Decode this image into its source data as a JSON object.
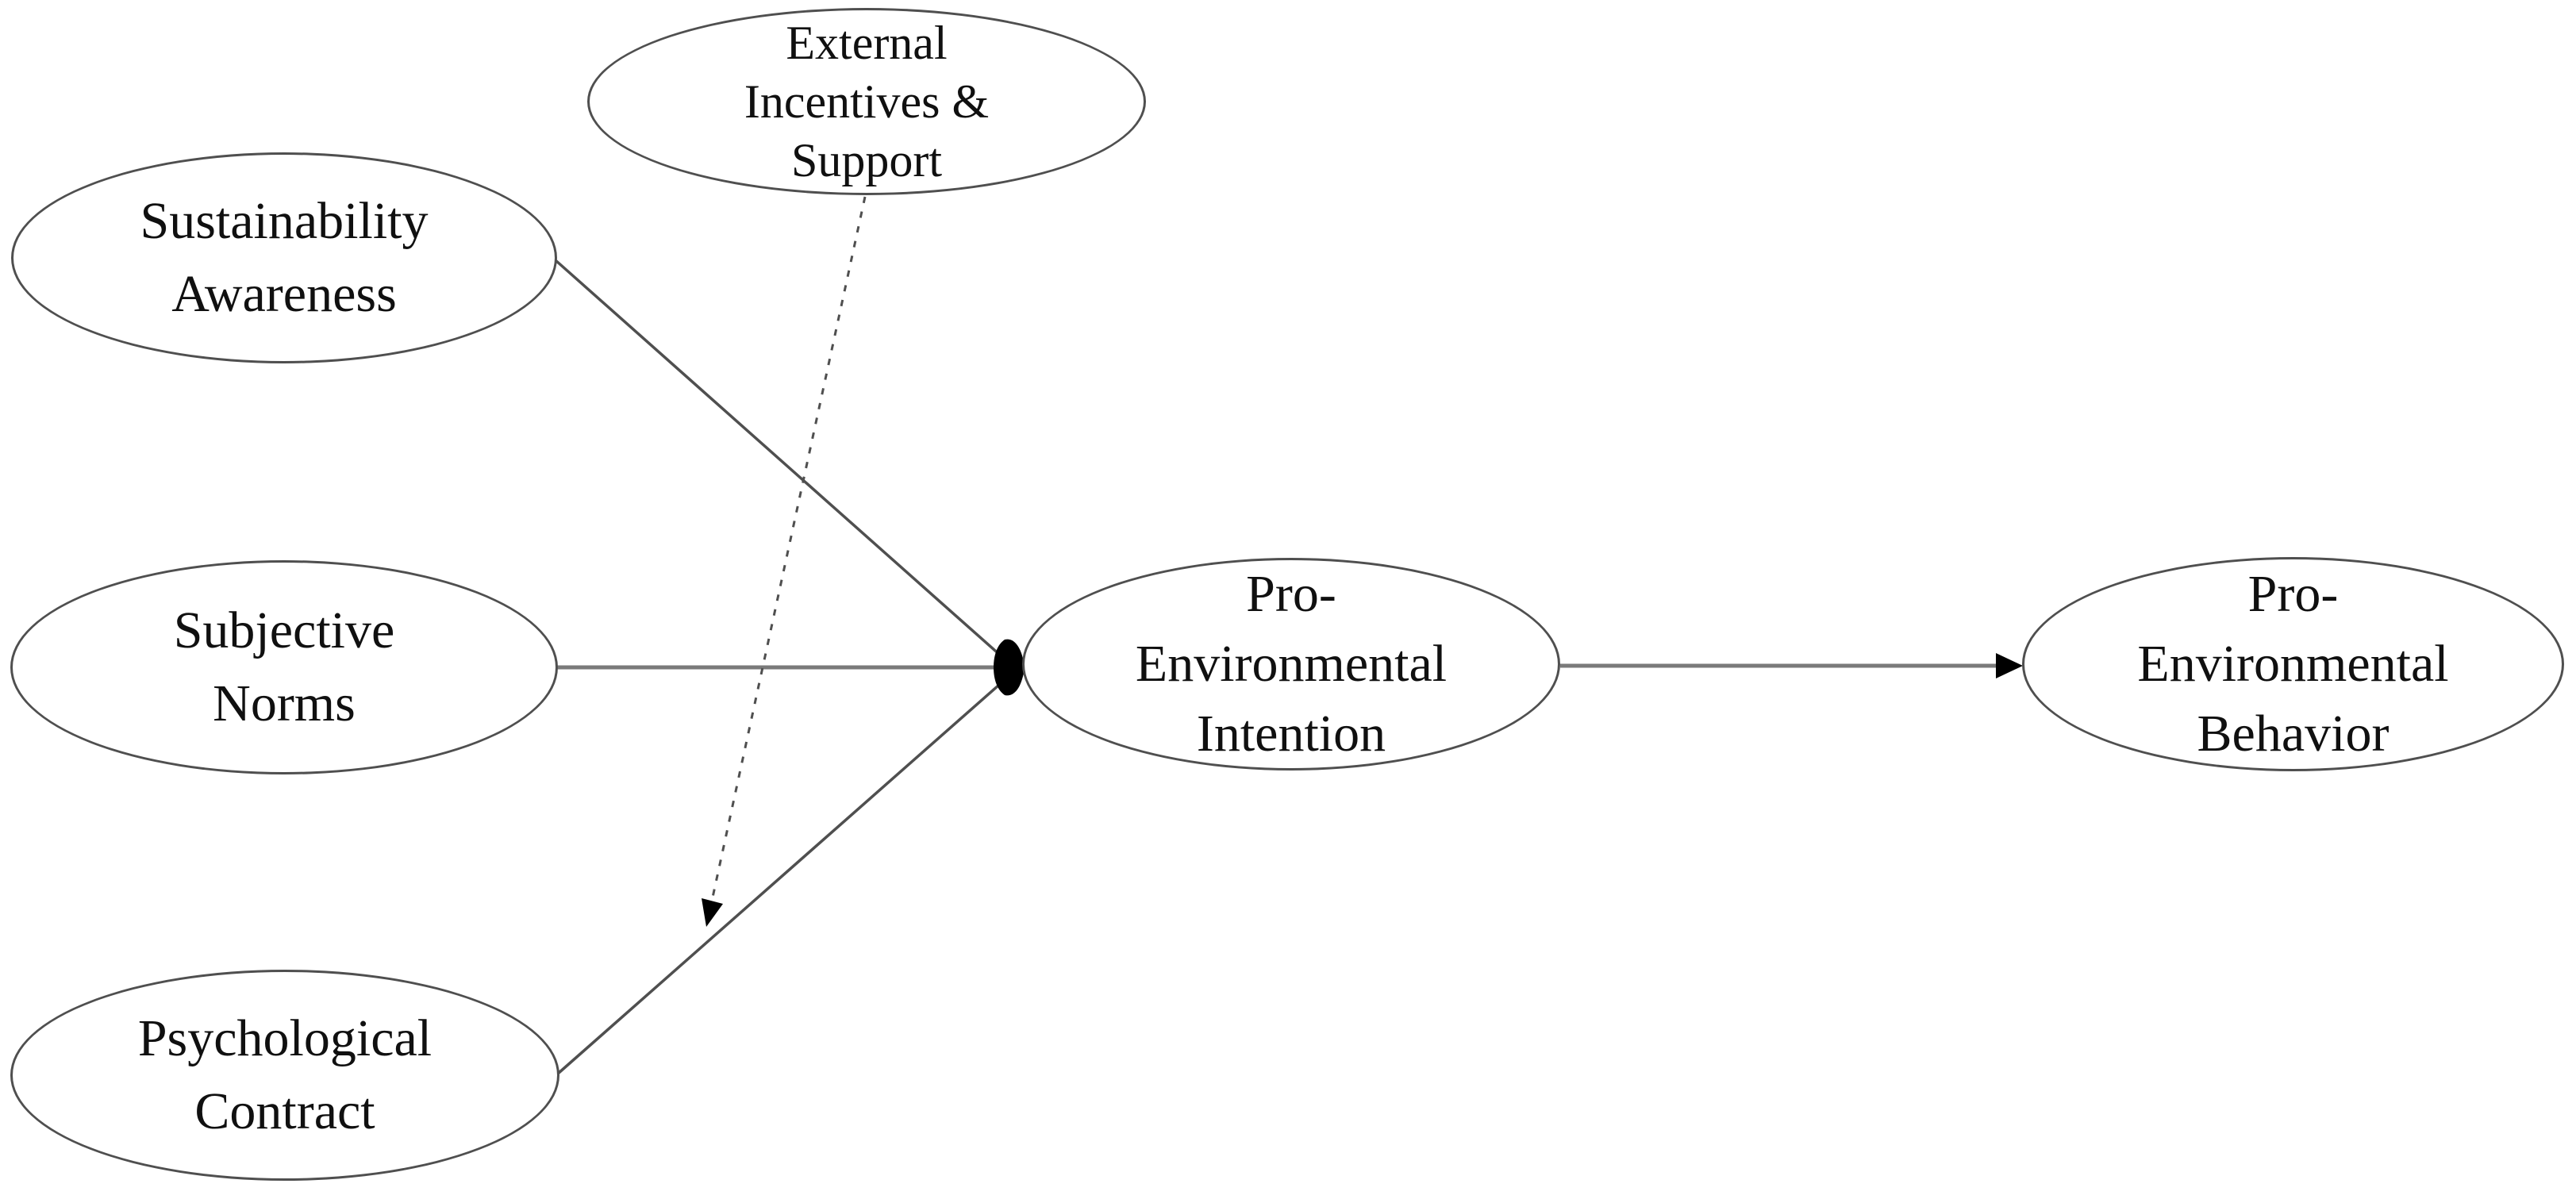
{
  "diagram": {
    "title": "",
    "background": "#ffffff",
    "colors": {
      "stroke": "#4f4f4f",
      "horizontal_line": "#7a7a7a",
      "text": "#101010",
      "arrow_fill": "#000000"
    },
    "nodes": {
      "external_incentives": {
        "label": "External\nIncentives &\nSupport"
      },
      "sustainability_awareness": {
        "label": "Sustainability\nAwareness"
      },
      "subjective_norms": {
        "label": "Subjective\nNorms"
      },
      "psychological_contract": {
        "label": "Psychological\nContract"
      },
      "pro_environmental_intention": {
        "label": "Pro-\nEnvironmental\nIntention"
      },
      "pro_environmental_behavior": {
        "label": "Pro-\nEnvironmental\nBehavior"
      }
    },
    "edges": [
      {
        "from": "Sustainability Awareness",
        "to": "Pro-Environmental Intention",
        "style": "solid",
        "arrowhead": "filled"
      },
      {
        "from": "Subjective Norms",
        "to": "Pro-Environmental Intention",
        "style": "solid",
        "arrowhead": "filled"
      },
      {
        "from": "Psychological Contract",
        "to": "Pro-Environmental Intention",
        "style": "solid",
        "arrowhead": "filled"
      },
      {
        "from": "External Incentives & Support",
        "to": "Psychological Contract → Pro-Environmental Intention path",
        "style": "dashed",
        "arrowhead": "filled"
      },
      {
        "from": "Pro-Environmental Intention",
        "to": "Pro-Environmental Behavior",
        "style": "solid",
        "arrowhead": "filled"
      }
    ]
  }
}
